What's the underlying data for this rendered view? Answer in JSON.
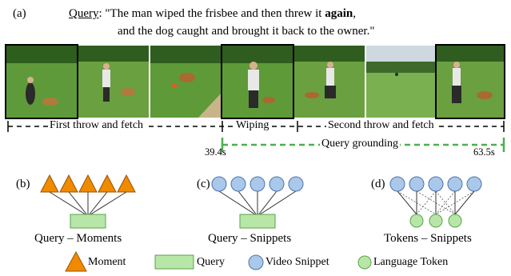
{
  "panel_a": {
    "label": "(a)",
    "query_word": "Query",
    "query_colon": ":",
    "query_line1_pre": " \"The man wiped the frisbee and then threw it ",
    "query_line1_bold": "again",
    "query_line1_post": ",",
    "query_line2": "and the dog caught and brought it back to the owner.\"",
    "frames": [
      {
        "name": "frame-1",
        "scene": "man-dog-grass"
      },
      {
        "name": "frame-2",
        "scene": "man-throwing"
      },
      {
        "name": "frame-3",
        "scene": "dog-running"
      },
      {
        "name": "frame-4",
        "scene": "man-wiping"
      },
      {
        "name": "frame-5",
        "scene": "man-dog-running"
      },
      {
        "name": "frame-6",
        "scene": "far-field"
      },
      {
        "name": "frame-7",
        "scene": "man-dog-return"
      }
    ],
    "segments": {
      "first": "First throw and fetch",
      "wiping": "Wiping",
      "second": "Second throw and fetch"
    },
    "start_time": "39.4s",
    "end_time": "63.5s",
    "grounding_label": "Query grounding"
  },
  "panel_b": {
    "label": "(b)",
    "caption": "Query – Moments"
  },
  "panel_c": {
    "label": "(c)",
    "caption": "Query – Snippets"
  },
  "panel_d": {
    "label": "(d)",
    "caption": "Tokens – Snippets"
  },
  "legend": {
    "moment": "Moment",
    "query": "Query",
    "video_snippet": "Video Snippet",
    "language_token": "Language Token"
  },
  "colors": {
    "moment_fill": "#f08a00",
    "moment_stroke": "#9a5200",
    "query_fill": "#b8e6a8",
    "query_stroke": "#5aa34a",
    "snippet_fill": "#a9c8ea",
    "snippet_stroke": "#4f73a8",
    "token_fill": "#b8e6a8",
    "token_stroke": "#5aa34a",
    "grounding": "#4caf50"
  }
}
